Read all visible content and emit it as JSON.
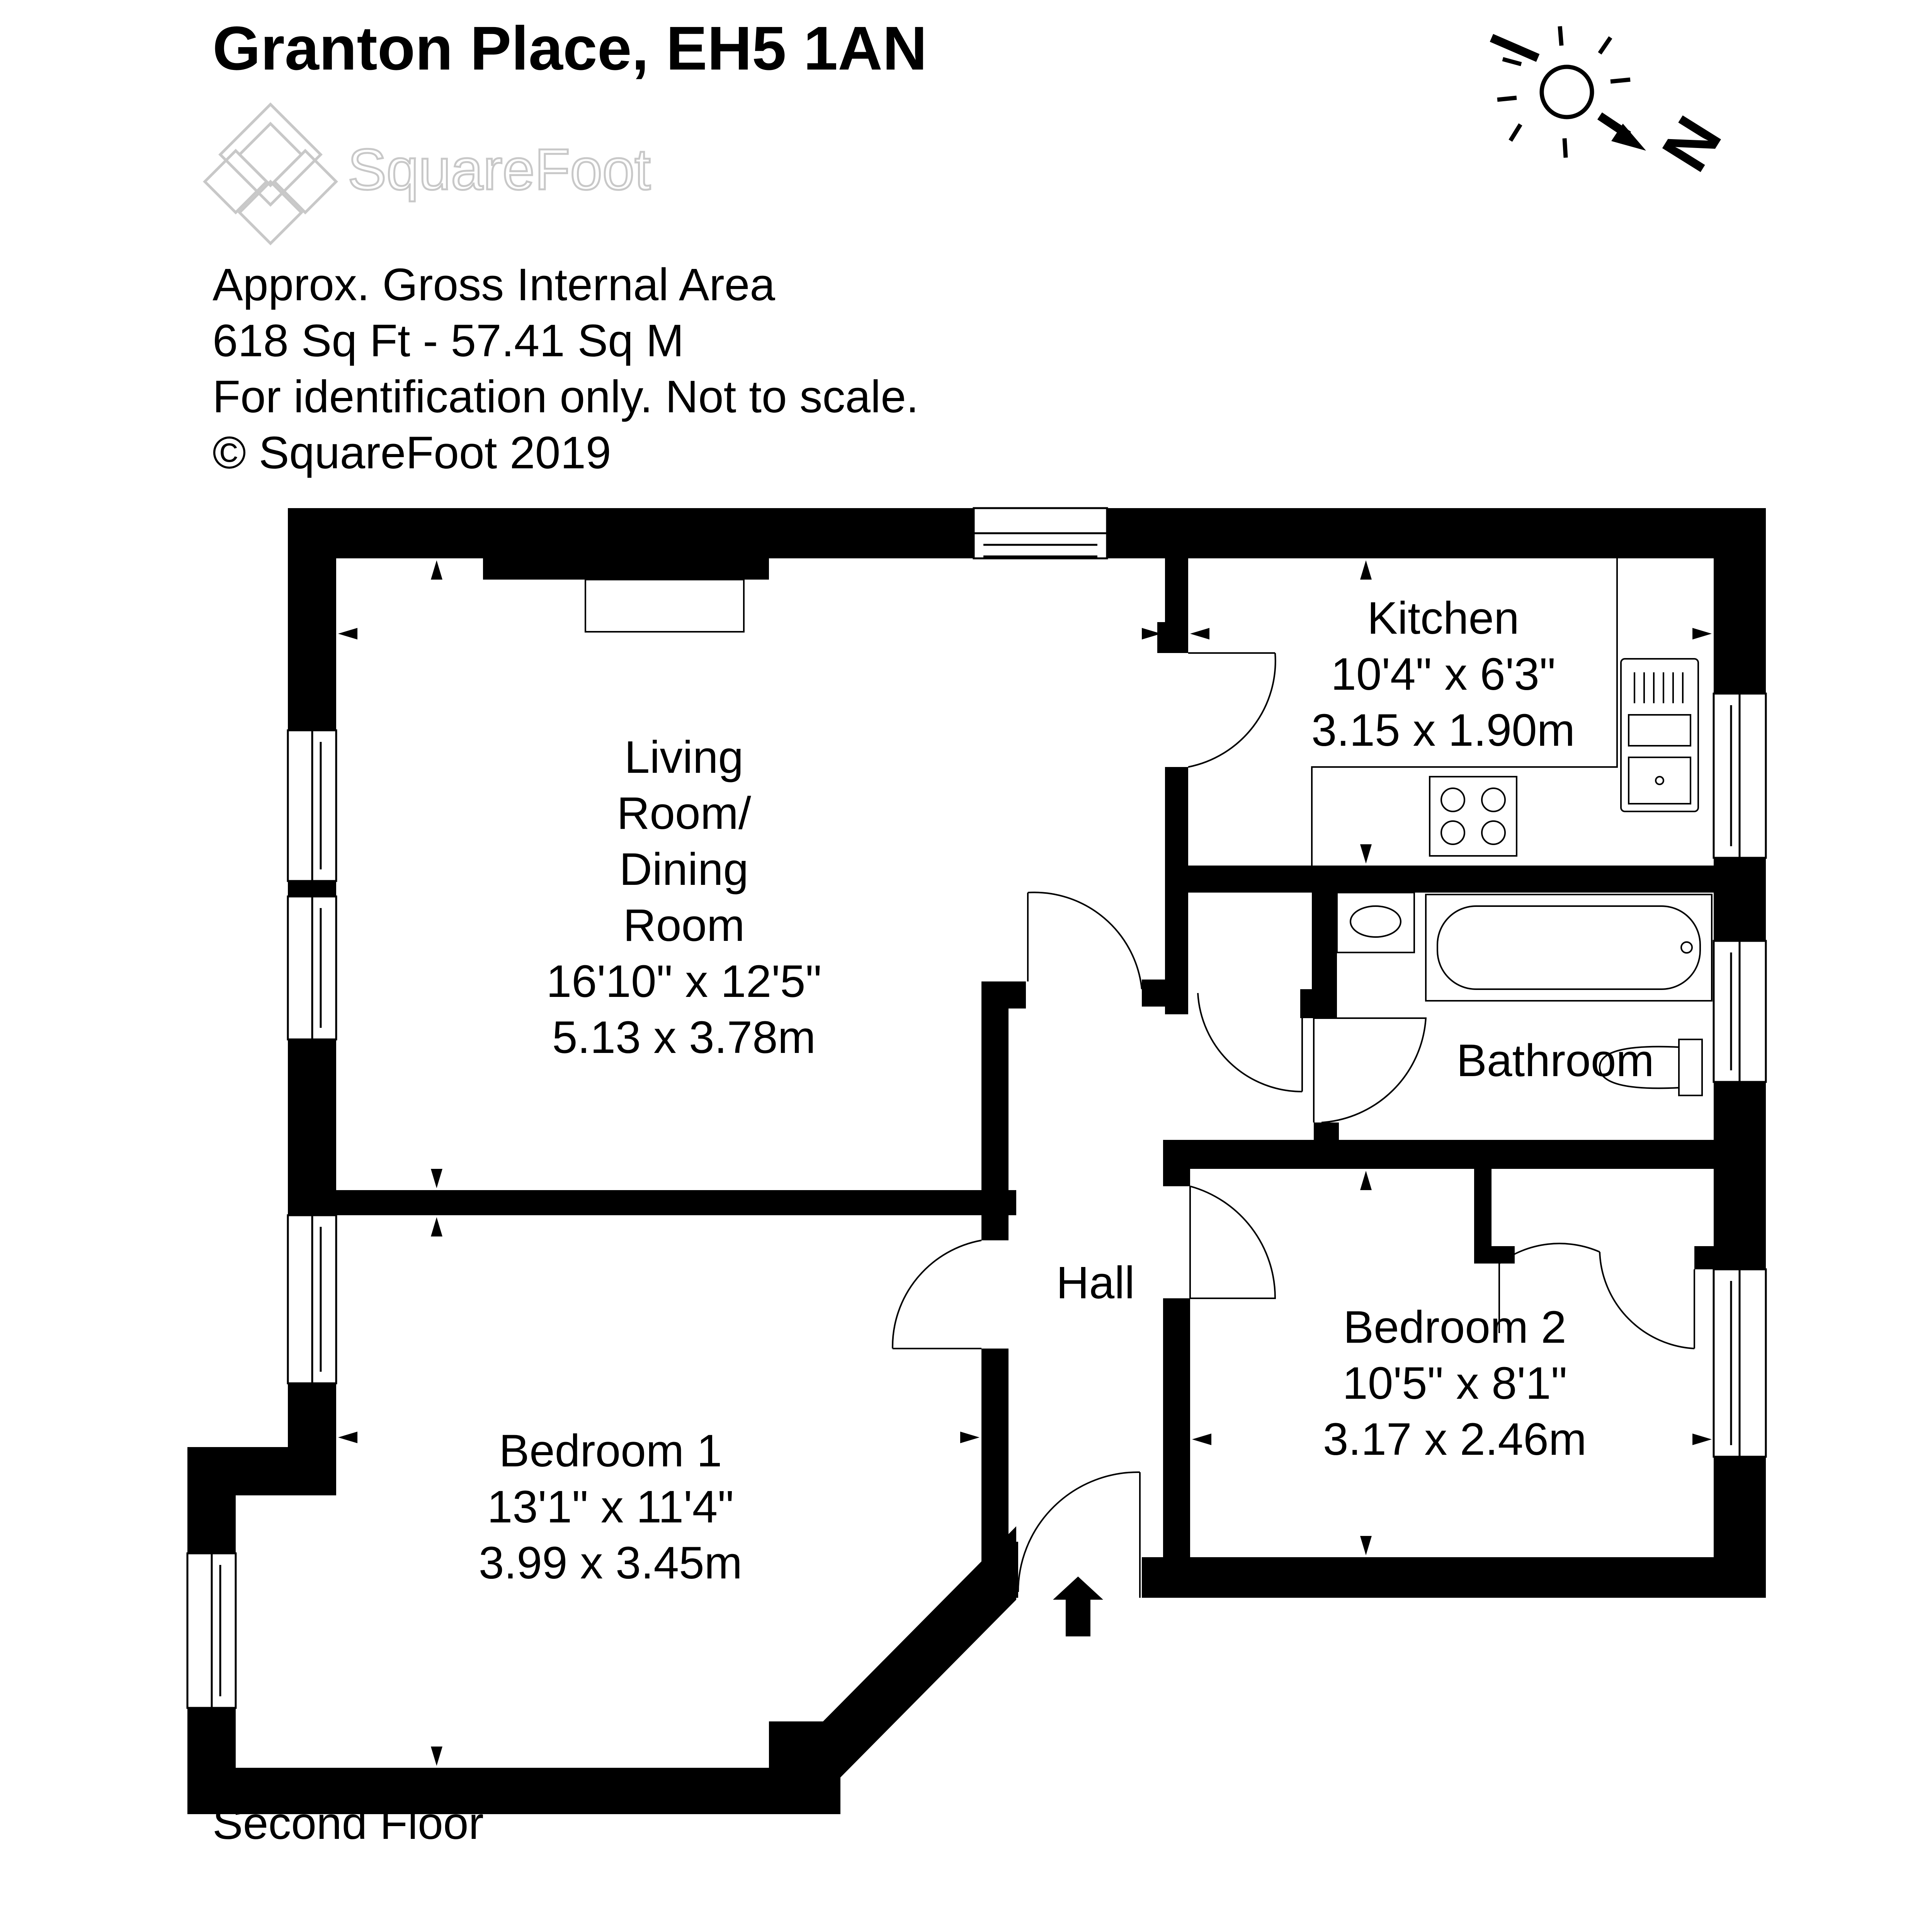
{
  "header": {
    "title": "Granton Place, EH5 1AN"
  },
  "logo": {
    "brand": "SquareFoot"
  },
  "info": {
    "line1": "Approx. Gross Internal Area",
    "line2": "618 Sq Ft  -  57.41 Sq M",
    "line3": "For identification only. Not to scale.",
    "line4": "© SquareFoot 2019"
  },
  "compass": {
    "north_label": "N",
    "icon": "sun-compass-icon"
  },
  "rooms": {
    "living": {
      "line1": "Living",
      "line2": "Room/",
      "line3": "Dining",
      "line4": "Room",
      "imperial": "16'10\" x 12'5\"",
      "metric": "5.13 x 3.78m"
    },
    "kitchen": {
      "name": "Kitchen",
      "imperial": "10'4\" x 6'3\"",
      "metric": "3.15 x 1.90m"
    },
    "bathroom": {
      "name": "Bathroom"
    },
    "hall": {
      "name": "Hall"
    },
    "bedroom1": {
      "name": "Bedroom 1",
      "imperial": "13'1\" x 11'4\"",
      "metric": "3.99 x 3.45m"
    },
    "bedroom2": {
      "name": "Bedroom 2",
      "imperial": "10'5\" x 8'1\"",
      "metric": "3.17 x 2.46m"
    }
  },
  "floor": {
    "label": "Second Floor"
  },
  "colors": {
    "wall": "#000000",
    "background": "#ffffff",
    "logo_outline": "#c8c8c8"
  }
}
